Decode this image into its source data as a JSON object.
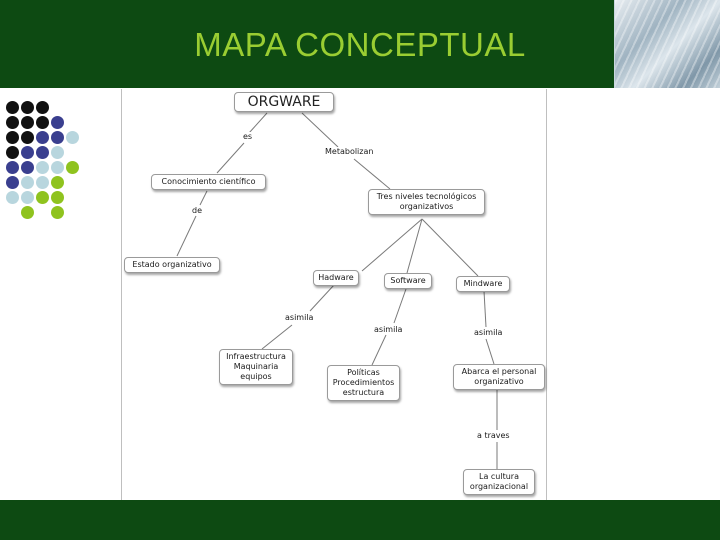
{
  "slide": {
    "title": "MAPA CONCEPTUAL",
    "colors": {
      "header_bg": "#0d4a12",
      "title_text": "#9acd32",
      "dot_black": "#111111",
      "dot_navy": "#3a3f8f",
      "dot_lightblue": "#b8d6de",
      "dot_green": "#8fc31f"
    }
  },
  "concept_map": {
    "nodes": {
      "orgware": "ORGWARE",
      "conocimiento": "Conocimiento científico",
      "estado": "Estado organizativo",
      "tres_niveles": "Tres niveles tecnológicos\norganizativos",
      "hardware": "Hadware",
      "software": "Software",
      "mindware": "Mindware",
      "infraestructura": "Infraestructura\nMaquinaria\nequipos",
      "politicas": "Políticas\nProcedimientos\nestructura",
      "abarca": "Abarca el personal\norganizativo",
      "cultura": "La cultura\norganizacional"
    },
    "links": {
      "es": "es",
      "metabolizan": "Metabolizan",
      "de": "de",
      "asimila_1": "asimila",
      "asimila_2": "asimila",
      "asimila_3": "asimila",
      "a_traves": "a traves"
    }
  }
}
